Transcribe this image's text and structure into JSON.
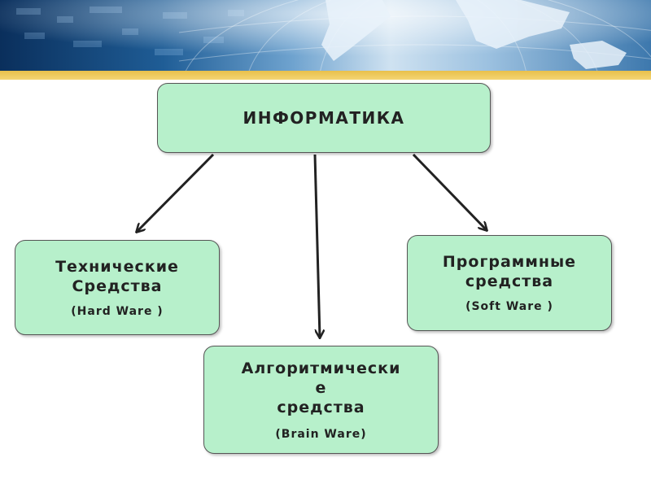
{
  "diagram": {
    "root": {
      "title": "ИНФОРМАТИКА"
    },
    "left": {
      "title_line1": "Технические",
      "title_line2": "Средства",
      "subtitle": "(Hard Ware )"
    },
    "center": {
      "title_line1": "Алгоритмически",
      "title_line2": "е",
      "title_line3": "средства",
      "subtitle": "(Brain Ware)"
    },
    "right": {
      "title_line1": "Программные",
      "title_line2": "средства",
      "subtitle": "(Soft Ware )"
    }
  },
  "colors": {
    "node_fill": "#b7f0cb",
    "node_border": "#555555",
    "arrow": "#222222",
    "band": "#e8c04a"
  }
}
